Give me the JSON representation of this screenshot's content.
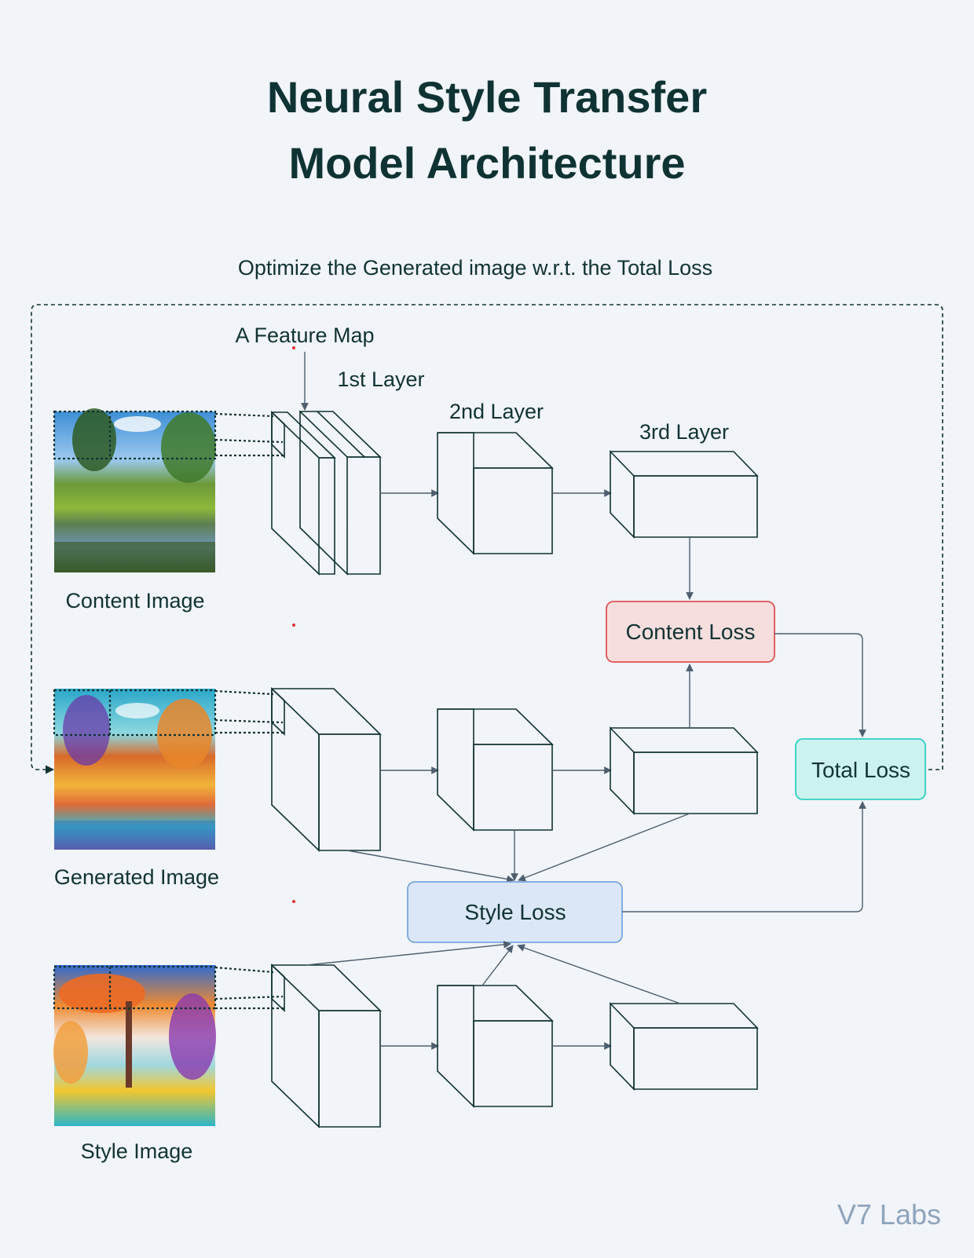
{
  "title": {
    "line1": "Neural Style Transfer",
    "line2": "Model Architecture"
  },
  "labels": {
    "optimize": "Optimize the Generated image w.r.t. the Total Loss",
    "feature_map": "A Feature Map",
    "layer1": "1st Layer",
    "layer2": "2nd Layer",
    "layer3": "3rd Layer",
    "content_image": "Content Image",
    "generated_image": "Generated Image",
    "style_image": "Style Image"
  },
  "losses": {
    "content": "Content Loss",
    "style": "Style Loss",
    "total": "Total Loss"
  },
  "brand": "V7 Labs",
  "colors": {
    "background": "#f1f4f9",
    "title": "#0f3333",
    "content_loss_fill": "#f7dede",
    "content_loss_border": "#e05252",
    "style_loss_fill": "#dbe7f6",
    "style_loss_border": "#7aa5dc",
    "total_loss_fill": "#ccf2ef",
    "total_loss_border": "#2ecfc2",
    "brand": "#8fa4bd"
  }
}
